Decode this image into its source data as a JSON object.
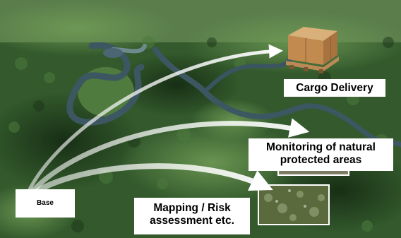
{
  "labels": {
    "base": "Base",
    "cargo": "Cargo Delivery",
    "monitoring": "Monitoring of natural protected areas",
    "mapping": "Mapping / Risk assessment etc."
  },
  "icons": {
    "cargo": "cargo-pallet-box-icon",
    "monitoring": "forest-canopy-thumbnail",
    "mapping": "forest-aerial-thumbnail"
  },
  "colors": {
    "forest_dark": "#1f3a1c",
    "forest_mid": "#3f6a34",
    "forest_light": "#7da05e",
    "river": "#37515a",
    "arrow": "#ffffff",
    "label_bg": "#ffffff"
  }
}
